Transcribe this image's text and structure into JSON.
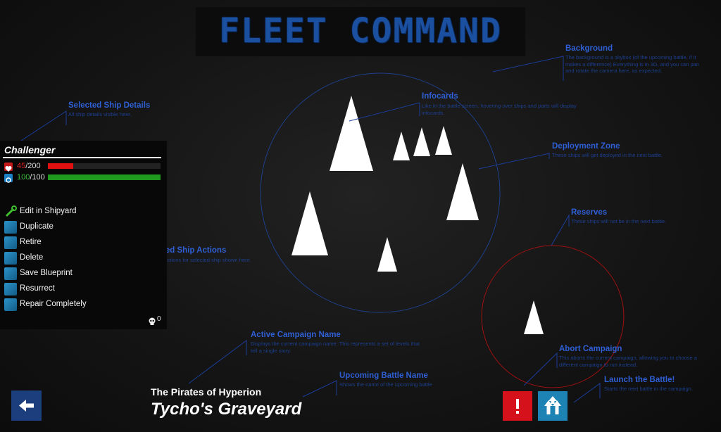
{
  "title": "FLEET COMMAND",
  "annotations": {
    "background": {
      "title": "Background",
      "desc": "The background is a skybox (of the upcoming battle, if it makes a difference) Everything is in 3D, and you can pan and rotate the camera here, as expected."
    },
    "infocards": {
      "title": "Infocards",
      "desc": "Like in the battle screen, hovering over ships and parts will display infocards."
    },
    "deployment_zone": {
      "title": "Deployment Zone",
      "desc": "These ships will get deployed in the next battle."
    },
    "reserves": {
      "title": "Reserves",
      "desc": "These ships will not be in the next battle."
    },
    "selected_ship_details": {
      "title": "Selected Ship Details",
      "desc": "All ship details visible here."
    },
    "selected_ship_actions": {
      "title": "Selected Ship Actions",
      "desc": "Available actions for selected ship shown here."
    },
    "active_campaign_name": {
      "title": "Active Campaign Name",
      "desc": "Displays the current campaign name. This represents a set of levels that tell a single story."
    },
    "upcoming_battle_name": {
      "title": "Upcoming Battle Name",
      "desc": "Shows the name of the upcoming battle"
    },
    "abort_campaign": {
      "title": "Abort Campaign",
      "desc": "This aborts the current campaign, allowing you to choose a different campaign to run instead."
    },
    "launch_battle": {
      "title": "Launch the Battle!",
      "desc": "Starts the next battle in the campaign."
    }
  },
  "ship": {
    "name": "Challenger",
    "health_current": "45",
    "health_max": "/200",
    "health_fraction": 0.225,
    "shield_current": "100",
    "shield_max": "/100",
    "shield_fraction": 1.0,
    "kills": "0"
  },
  "actions": [
    {
      "label": "Edit in Shipyard"
    },
    {
      "label": "Duplicate"
    },
    {
      "label": "Retire"
    },
    {
      "label": "Delete"
    },
    {
      "label": "Save Blueprint"
    },
    {
      "label": "Resurrect"
    },
    {
      "label": "Repair Completely"
    }
  ],
  "campaign_name": "The Pirates of Hyperion",
  "battle_name": "Tycho's Graveyard",
  "icons": {
    "back": "left-arrow-icon",
    "abort": "exclamation-icon",
    "launch": "double-up-arrow-icon",
    "edit": "wrench-icon",
    "health": "heart-icon",
    "shield": "shield-icon",
    "kills": "skull-icon"
  },
  "colors": {
    "accent": "#2f5fd4",
    "health": "#e01010",
    "shield": "#1f9a1f",
    "abort": "#d5121b",
    "launch": "#1c83b4",
    "deployment_ring": "#1e3f8a",
    "reserves_ring": "#a01010"
  }
}
